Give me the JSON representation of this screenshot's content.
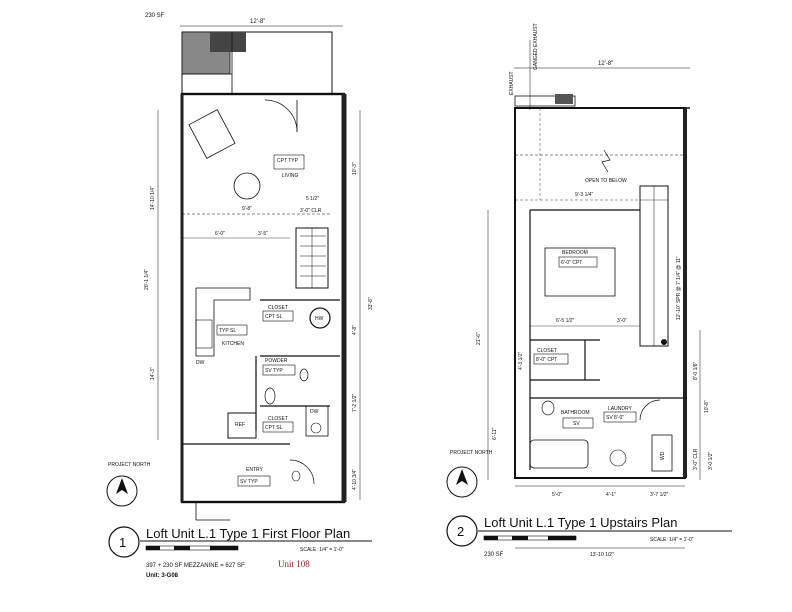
{
  "plan1": {
    "area_label": "230 SF",
    "number": "1",
    "title": "Loft Unit L.1 Type 1 First Floor Plan",
    "scale": "SCALE: 1/4\" = 1'-0\"",
    "area_summary": "397 + 230 SF MEZZANINE = 627 SF",
    "unit_label": "Unit 108",
    "unit_code": "Unit: 3-G08",
    "rooms": {
      "living": "LIVING",
      "closet_upper": "CLOSET",
      "kitchen": "KITCHEN",
      "powder": "POWDER",
      "closet_lower": "CLOSET",
      "entry": "ENTRY",
      "ref": "REF",
      "dw": "DW",
      "hw": "HW",
      "dw2": "DW"
    },
    "tags": {
      "living_tag": "CPT  TYP",
      "closet_tag": "CPT  SL",
      "kitchen_tag": "TYP  SL",
      "powder_tag": "SV  TYP",
      "closet2_tag": "CPT  SL",
      "entry_tag": "SV  TYP"
    },
    "dims": {
      "top": "12'-8\"",
      "d1": "14'-10 1/4\"",
      "d2": "20'-1 1/4\"",
      "d3": "14'-3\"",
      "r1": "10'-3\"",
      "r2": "33'-8\"",
      "r3": "4'-8\"",
      "r4": "7'-2 1/2\"",
      "r5": "4'-10 3/4\"",
      "h1": "9'-8\"",
      "h2": "5 1/2\"",
      "h3": "3'-0\" CLR",
      "h4": "6'-0\"",
      "h5": "3'-5\""
    },
    "north": "PROJECT NORTH"
  },
  "plan2": {
    "number": "2",
    "title": "Loft Unit L.1 Type 1 Upstairs Plan",
    "scale": "SCALE: 1/4\" = 1'-0\"",
    "area_label": "230 SF",
    "rooms": {
      "bedroom": "BEDROOM",
      "closet": "CLOSET",
      "bathroom": "BATHROOM",
      "laundry": "LAUNDRY",
      "wd": "WD"
    },
    "notes": {
      "ganged": "GANGED EXHAUST",
      "exhaust": "EXHAUST",
      "open": "OPEN TO BELOW",
      "stair": "12'-10\" SPR @ 7' 1/4\" @ 11\"",
      "clr": "3'-0\" CLR"
    },
    "tags": {
      "bedroom_tag": "6'-0\"  CPT",
      "closet_tag": "8'-0\"  CPT",
      "bathroom_tag": "SV",
      "laundry_tag": "SV  8'-0\""
    },
    "dims": {
      "top": "12'-8\"",
      "w1": "9'-3 1/4\"",
      "w2": "6'-5 1/2\"",
      "w3": "3'-0\"",
      "l1": "21'-6\"",
      "l2": "4'-3 1/2\"",
      "l3": "6'-11\"",
      "r1": "8'-0 1/8\"",
      "r2": "10'-8\"",
      "r3": "3'-0 1/2\"",
      "b1": "5'-0\"",
      "b2": "4'-1\"",
      "b3": "3'-7 1/2\"",
      "b4": "13'-10 1/2\""
    },
    "north": "PROJECT NORTH"
  }
}
